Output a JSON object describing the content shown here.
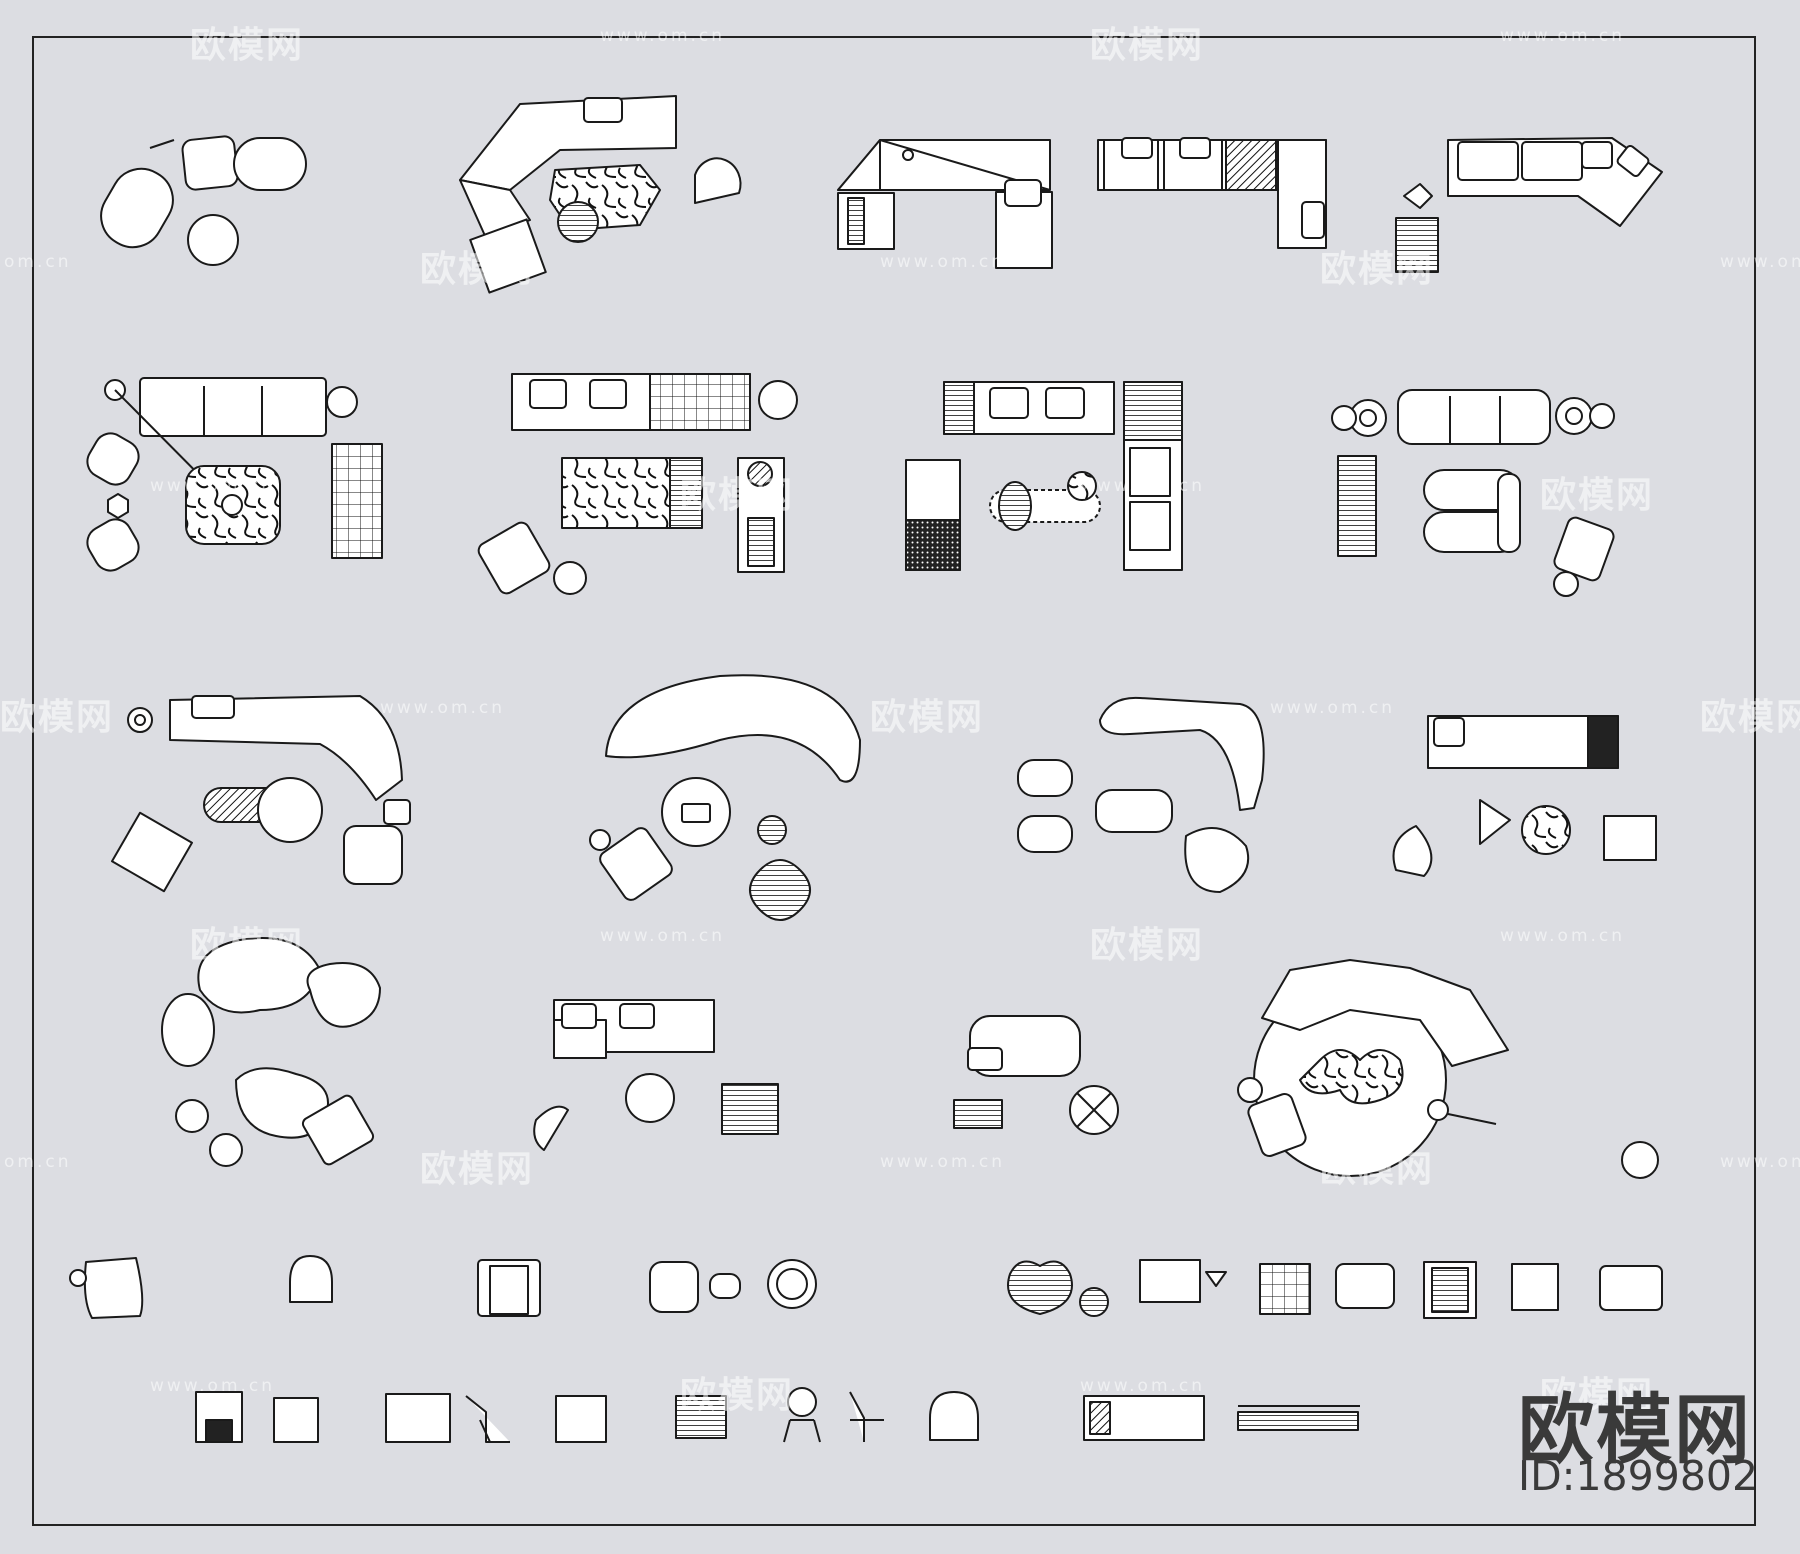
{
  "watermark": {
    "logo_text": "欧模网",
    "url_text": "www.om.cn",
    "url_short": "om.cn"
  },
  "brand": {
    "name": "欧模网",
    "id_label": "ID:1899802"
  },
  "colors": {
    "background": "#dcdde2",
    "line": "#1a1a1a",
    "fill": "#ffffff",
    "brand_text": "#3a3a3a"
  }
}
